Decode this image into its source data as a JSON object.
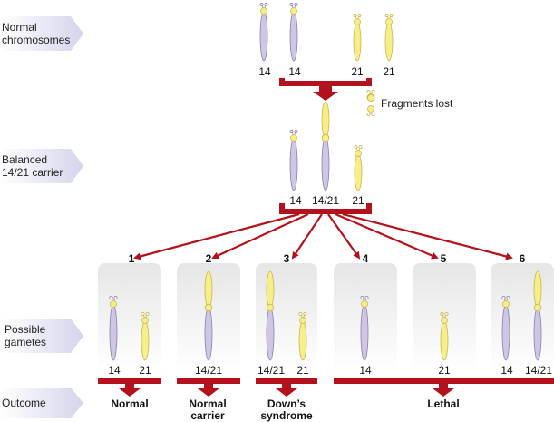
{
  "colors": {
    "purple": "#cfc6e4",
    "purple_stroke": "#8a7fb0",
    "yellow": "#f6ee8a",
    "yellow_stroke": "#c9b64a",
    "red": "#b3121c",
    "box_fill": "#ececec",
    "tag_fill": "#dcdcf0"
  },
  "row_labels": {
    "normal": [
      "Normal",
      "chromosomes"
    ],
    "balanced": [
      "Balanced",
      "14/21 carrier"
    ],
    "gametes": [
      "Possible",
      "gametes"
    ],
    "outcome": [
      "Outcome"
    ]
  },
  "top": {
    "labels": [
      "14",
      "14",
      "21",
      "21"
    ],
    "fragments_lost": "Fragments lost"
  },
  "carrier": {
    "labels": [
      "14",
      "14/21",
      "21"
    ]
  },
  "gametes": [
    {
      "num": "1",
      "labels": [
        "14",
        "21"
      ]
    },
    {
      "num": "2",
      "labels": [
        "14/21"
      ]
    },
    {
      "num": "3",
      "labels": [
        "14/21",
        "21"
      ]
    },
    {
      "num": "4",
      "labels": [
        "14"
      ]
    },
    {
      "num": "5",
      "labels": [
        "21"
      ]
    },
    {
      "num": "6",
      "labels": [
        "14",
        "14/21"
      ]
    }
  ],
  "outcomes": {
    "normal": [
      "Normal"
    ],
    "carrier": [
      "Normal",
      "carrier"
    ],
    "downs": [
      "Down’s",
      "syndrome"
    ],
    "lethal": [
      "Lethal"
    ]
  }
}
